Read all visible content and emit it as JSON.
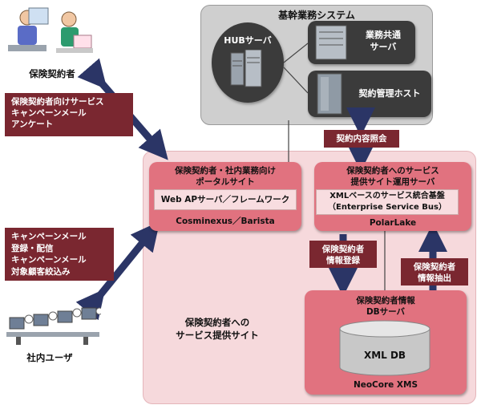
{
  "core_system": {
    "title": "基幹業務システム",
    "hub": "HUBサーバ",
    "gyomu": "業務共通\nサーバ",
    "keiyaku_host": "契約管理ホスト"
  },
  "actors": {
    "policyholder": "保険契約者",
    "internal_user": "社内ユーザ"
  },
  "labels": {
    "policyholder_services": "保険契約者向けサービス\nキャンペーンメール\nアンケート",
    "internal_services": "キャンペーンメール\n登録・配信\nキャンペーンメール\n対象顧客絞込み",
    "contract_inquiry": "契約内容照会",
    "info_register": "保険契約者\n情報登録",
    "info_extract": "保険契約者\n情報抽出"
  },
  "portal": {
    "title": "保険契約者・社内業務向け\nポータルサイト",
    "inner": "Web APサーバ／フレームワーク",
    "product": "Cosminexus／Barista"
  },
  "service_server": {
    "title": "保険契約者へのサービス\n提供サイト運用サーバ",
    "inner": "XMLベースのサービス統合基盤\n（Enterprise Service Bus）",
    "product": "PolarLake"
  },
  "db_server": {
    "title": "保険契約者情報\nDBサーバ",
    "db": "XML DB",
    "product": "NeoCore XMS"
  },
  "site_label": "保険契約者への\nサービス提供サイト",
  "colors": {
    "site_bg": "#f6d9dc",
    "box": "#e1727f",
    "dark_label": "#7a2730",
    "arrow": "#2b3566",
    "gray_region": "#cfcfcf"
  }
}
